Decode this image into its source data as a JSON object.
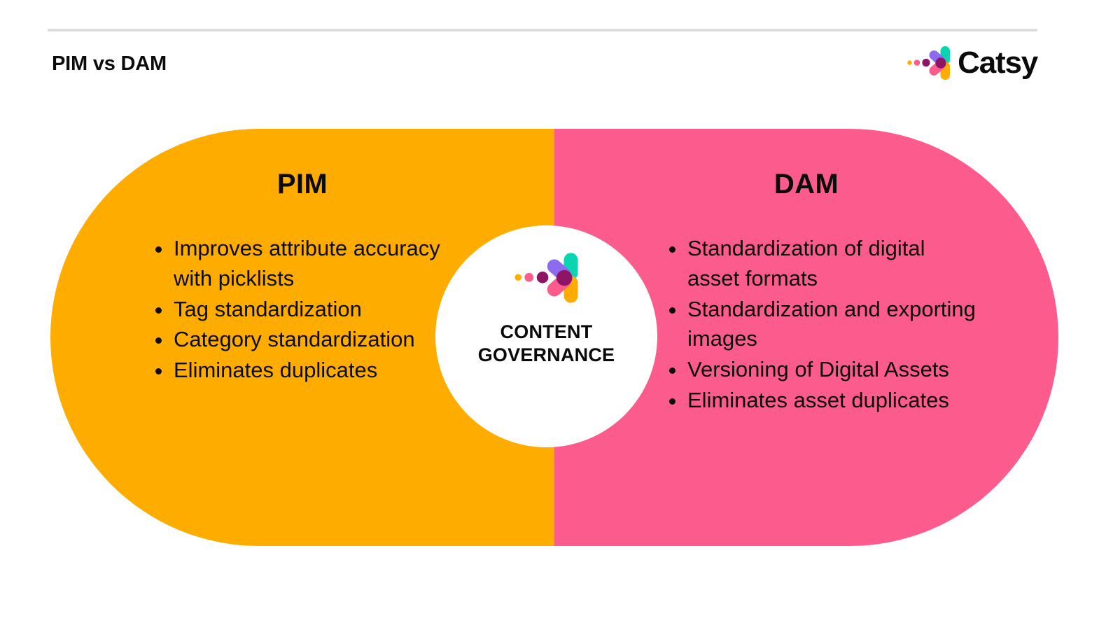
{
  "header": {
    "title": "PIM vs DAM",
    "divider": "horizontal-rule",
    "brand": {
      "wordmark": "Catsy",
      "mark_icon": "catsy-logo-icon"
    }
  },
  "center_badge": {
    "label": "CONTENT\nGOVERNANCE",
    "mark_icon": "catsy-logo-icon"
  },
  "panels": [
    {
      "id": "pim",
      "heading": "PIM",
      "background": "#FFAC00",
      "items": [
        "Improves attribute accuracy with picklists",
        "Tag standardization",
        "Category standardization",
        "Eliminates duplicates"
      ]
    },
    {
      "id": "dam",
      "heading": "DAM",
      "background": "#FC5C8D",
      "items": [
        "Standardization of digital asset formats",
        "Standardization and exporting images",
        "Versioning of Digital Assets",
        "Eliminates asset duplicates"
      ]
    }
  ],
  "colors": {
    "orange": "#FFAC00",
    "pink": "#FC5C8D",
    "teal": "#09D6B0",
    "purple": "#8C6BF0",
    "magenta": "#8E1566",
    "text": "#0B0B0B",
    "rule": "#DCDDDF",
    "badge_background": "#FFFFFF"
  }
}
